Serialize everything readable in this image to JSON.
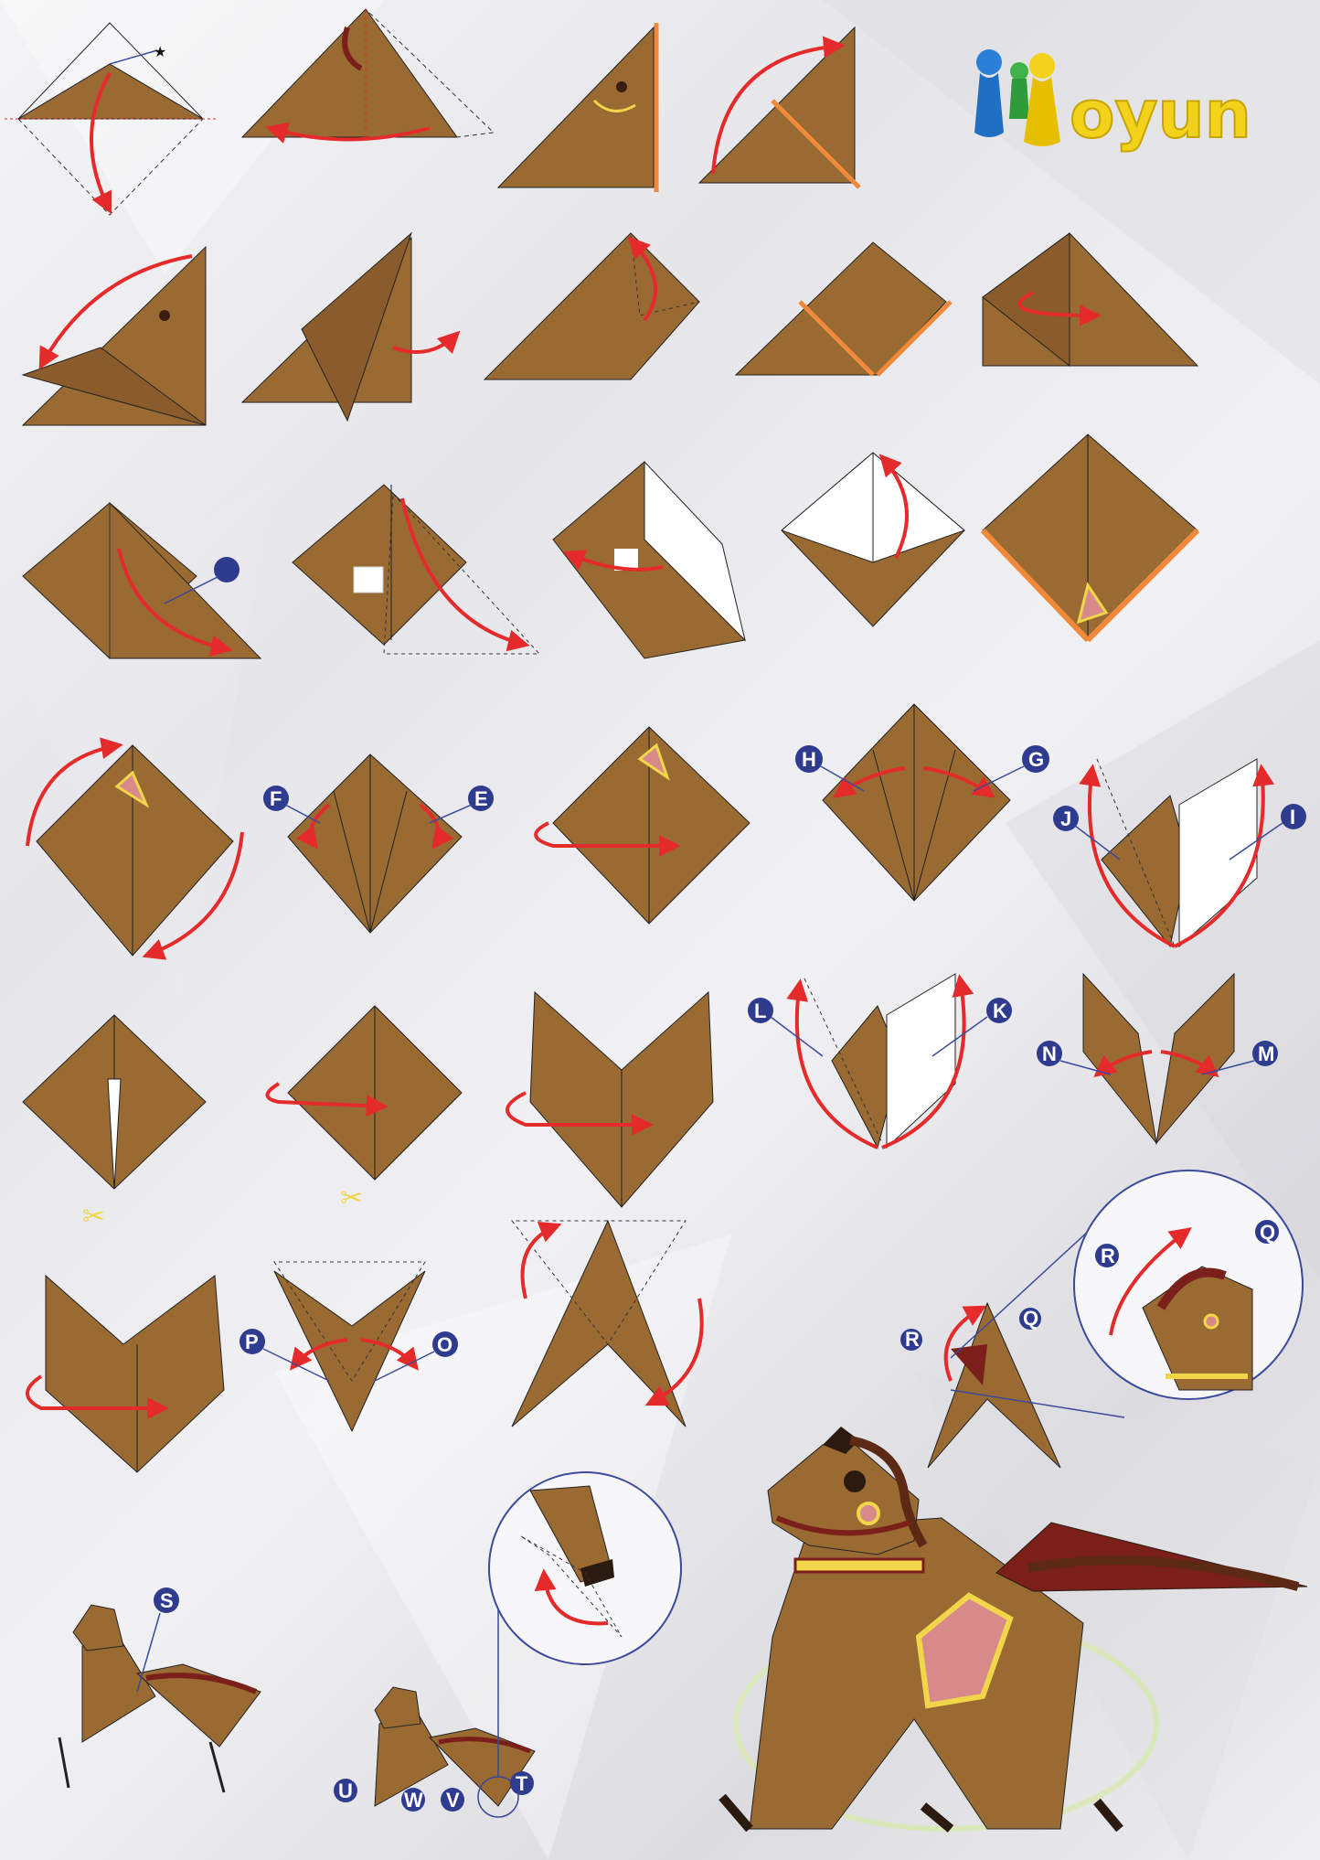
{
  "logo": {
    "text": "oyun"
  },
  "colors": {
    "paper": "#9a6a33",
    "paper_dark": "#5c2a14",
    "mane": "#7a1f1a",
    "accent_pink": "#d88a8a",
    "accent_yellow": "#f1d64a",
    "arrow": "#e42a2a",
    "marker": "#2f3b8f",
    "crease_orange": "#f08a3a",
    "lines": "#3b4a9a"
  },
  "labels": {
    "E": "E",
    "F": "F",
    "G": "G",
    "H": "H",
    "I": "I",
    "J": "J",
    "K": "K",
    "L": "L",
    "M": "M",
    "N": "N",
    "O": "O",
    "P": "P",
    "Q": "Q",
    "R": "R",
    "S": "S",
    "T": "T",
    "U": "U",
    "V": "V",
    "W": "W"
  },
  "icons": [
    "star-icon",
    "scissors-icon",
    "fold-arrow-icon",
    "pawn-icon"
  ]
}
